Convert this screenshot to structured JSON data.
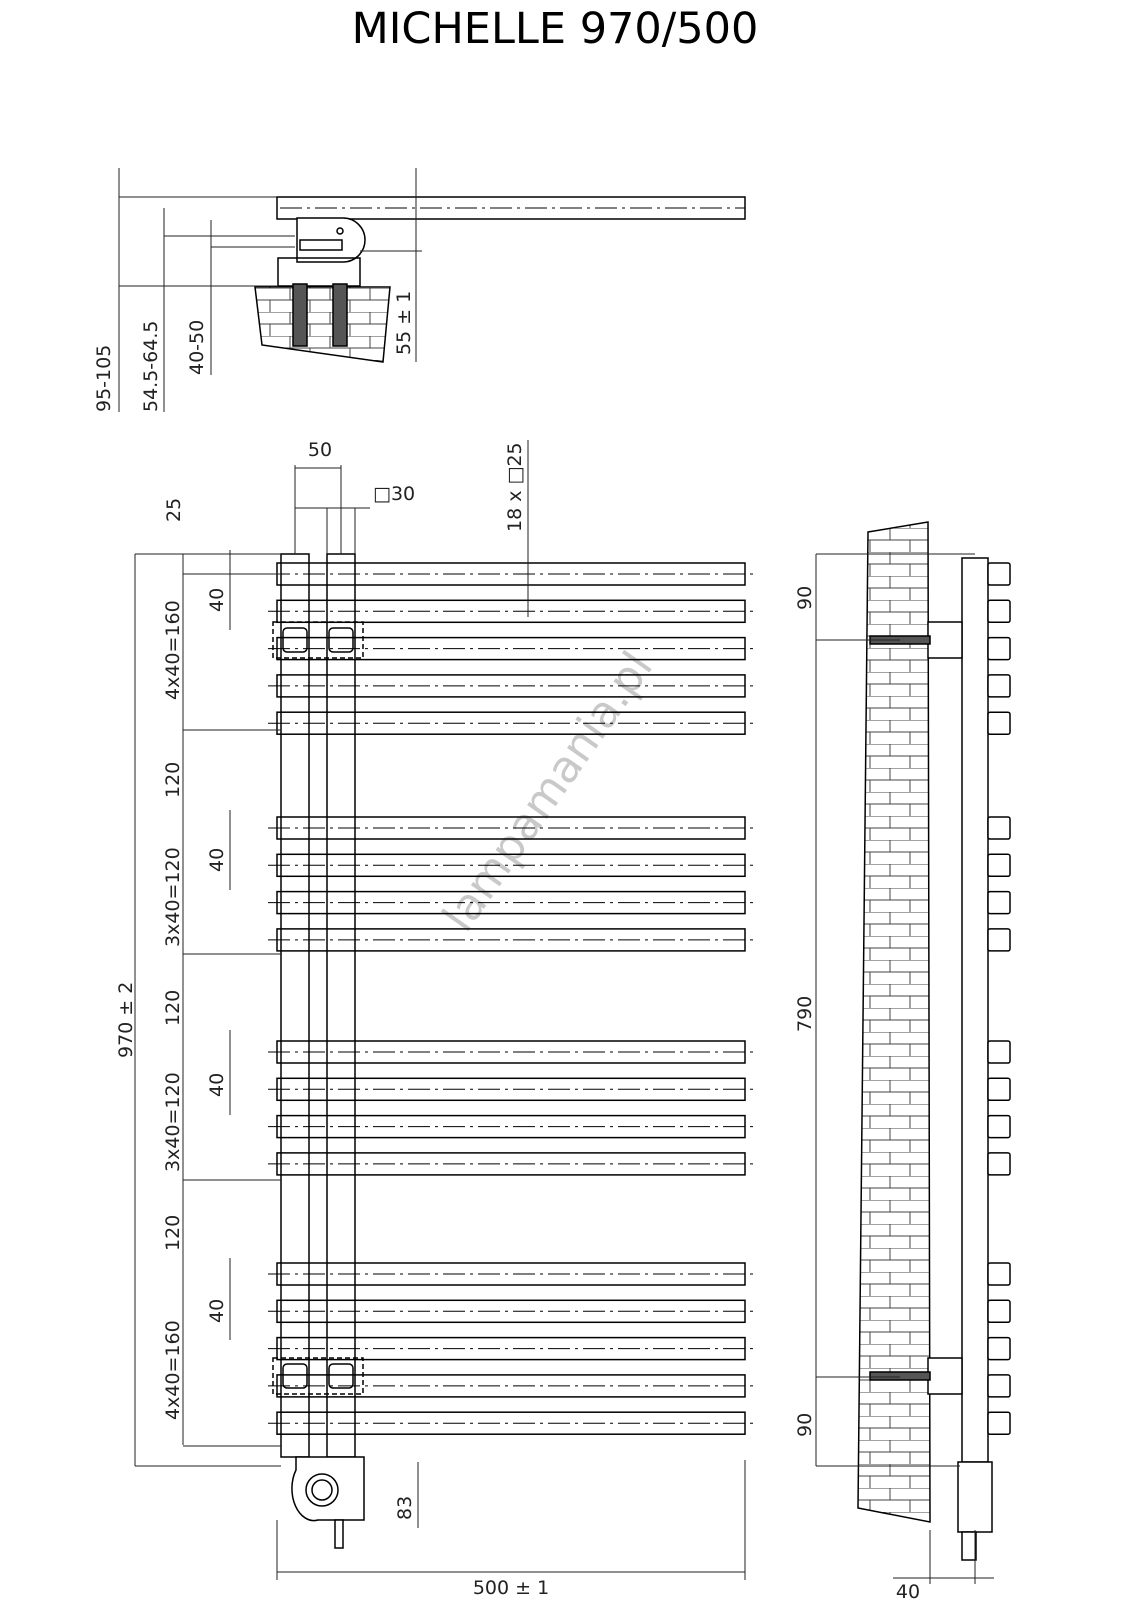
{
  "title": "MICHELLE 970/500",
  "watermark": "lampamania.pl",
  "top_view": {
    "dims": [
      "95-105",
      "54.5-64.5",
      "40-50",
      "55 ± 1"
    ]
  },
  "front_view": {
    "dims": {
      "d50": "50",
      "d30": "□30",
      "d25": "25",
      "d18": "18 x □25",
      "s1": "4x40=160",
      "s1_pitch": "40",
      "g1": "120",
      "s2": "3x40=120",
      "s2_pitch": "40",
      "g2": "120",
      "s3": "3x40=120",
      "s3_pitch": "40",
      "g3": "120",
      "s4": "4x40=160",
      "s4_pitch": "40",
      "height": "970 ± 2",
      "d83": "83",
      "width": "500 ± 1"
    },
    "bar_groups": [
      5,
      4,
      4,
      5
    ]
  },
  "side_view": {
    "dims": [
      "90",
      "790",
      "90",
      "40"
    ]
  },
  "colors": {
    "line": "#000000",
    "dim": "#222222",
    "watermark": "#c9c9c9"
  }
}
